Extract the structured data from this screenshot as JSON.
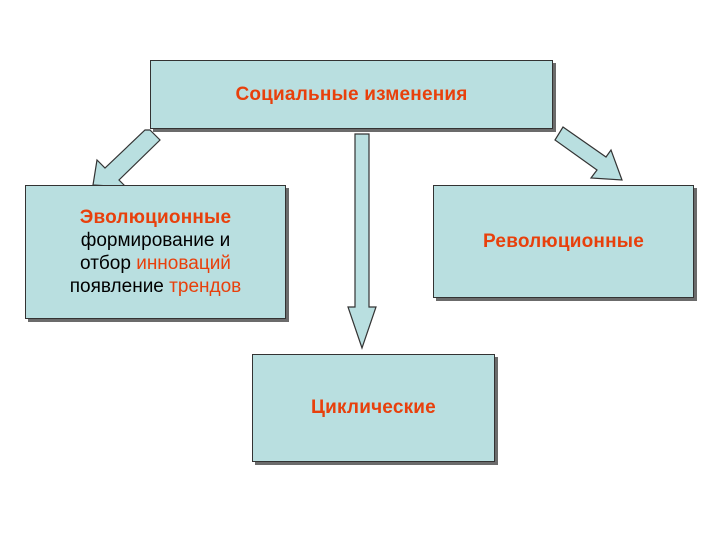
{
  "diagram": {
    "root": {
      "label": "Социальные изменения"
    },
    "evolutionary": {
      "title": "Эволюционные",
      "line1": "формирование и",
      "line2_prefix": "отбор ",
      "line2_accent": "инноваций",
      "line3_prefix": "появление ",
      "line3_accent": "трендов"
    },
    "revolutionary": {
      "title": "Революционные"
    },
    "cyclical": {
      "title": "Циклические"
    }
  },
  "colors": {
    "box_fill": "#b9dfe0",
    "accent_text": "#e8400c",
    "arrow_fill": "#b9dfe0",
    "border": "#333333"
  }
}
